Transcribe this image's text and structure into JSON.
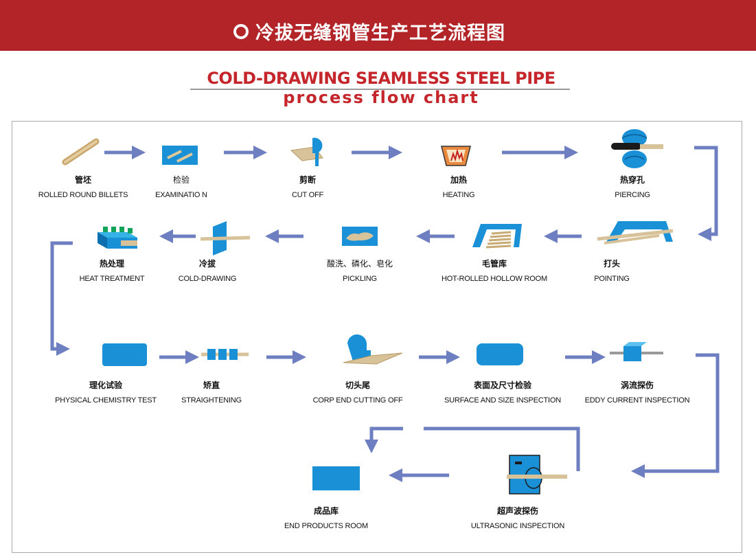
{
  "header": {
    "title": "冷拔无缝钢管生产工艺流程图"
  },
  "title": {
    "line1": "COLD-DRAWING SEAMLESS STEEL PIPE",
    "line2": "process flow chart"
  },
  "colors": {
    "banner": "#b22427",
    "arrow": "#6d7fc0",
    "icon_blue": "#1a90d6",
    "steel": "#d8c29a",
    "title_red": "#c4262b"
  },
  "steps": [
    {
      "cn": "管坯",
      "en": "ROLLED ROUND BILLETS",
      "icon": "billet-icon"
    },
    {
      "cn": "检验",
      "en": "EXAMINATIO N",
      "icon": "examination-icon"
    },
    {
      "cn": "剪断",
      "en": "CUT OFF",
      "icon": "cut-off-icon"
    },
    {
      "cn": "加热",
      "en": "HEATING",
      "icon": "heating-furnace-icon"
    },
    {
      "cn": "热穿孔",
      "en": "PIERCING",
      "icon": "piercing-icon"
    },
    {
      "cn": "打头",
      "en": "POINTING",
      "icon": "pointing-icon"
    },
    {
      "cn": "毛管库",
      "en": "HOT-ROLLED HOLLOW ROOM",
      "icon": "hollow-room-icon"
    },
    {
      "cn": "酸洗、磷化、皂化",
      "en": "PICKLING",
      "icon": "pickling-icon"
    },
    {
      "cn": "冷拔",
      "en": "COLD-DRAWING",
      "icon": "cold-drawing-icon"
    },
    {
      "cn": "热处理",
      "en": "HEAT TREATMENT",
      "icon": "heat-treatment-icon"
    },
    {
      "cn": "理化试验",
      "en": "PHYSICAL CHEMISTRY TEST",
      "icon": "physical-test-icon"
    },
    {
      "cn": "矫直",
      "en": "STRAIGHTENING",
      "icon": "straightening-icon"
    },
    {
      "cn": "切头尾",
      "en": "CORP END CUTTING OFF",
      "icon": "end-cutting-icon"
    },
    {
      "cn": "表面及尺寸检验",
      "en": "SURFACE AND SIZE INSPECTION",
      "icon": "surface-inspection-icon"
    },
    {
      "cn": "涡流探伤",
      "en": "EDDY CURRENT INSPECTION",
      "icon": "eddy-current-icon"
    },
    {
      "cn": "超声波探伤",
      "en": "ULTRASONIC INSPECTION",
      "icon": "ultrasonic-icon"
    },
    {
      "cn": "成品库",
      "en": "END PRODUCTS ROOM",
      "icon": "product-room-icon"
    }
  ]
}
